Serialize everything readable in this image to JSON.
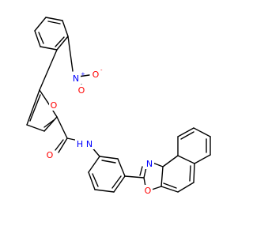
{
  "atoms": [
    {
      "label": "N",
      "charge": "+",
      "color": "#0000ff"
    },
    {
      "label": "O",
      "charge": "-",
      "color": "#ff0000"
    },
    {
      "label": "O",
      "charge": "",
      "color": "#ff0000"
    },
    {
      "label": "O",
      "charge": "",
      "color": "#ff0000"
    },
    {
      "label": "O",
      "charge": "",
      "color": "#ff0000"
    },
    {
      "label": "N",
      "charge": "",
      "color": "#0000ff"
    },
    {
      "label": "H",
      "charge": "",
      "color": "#0000ff"
    },
    {
      "label": "N",
      "charge": "",
      "color": "#0000ff"
    }
  ]
}
